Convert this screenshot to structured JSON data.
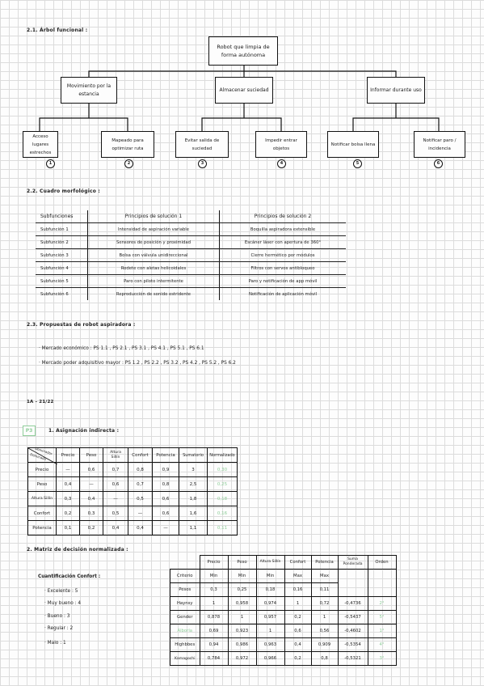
{
  "sec21": {
    "heading": "2.1. Árbol funcional :",
    "root": "Robot que limpia de forma autónoma",
    "level1": [
      "Movimiento por la estancia",
      "Almacenar suciedad",
      "Informar durante uso"
    ],
    "level2": [
      "Acceso lugares estrechos",
      "Mapeado para optimizar ruta",
      "Evitar salida de suciedad",
      "Impedir entrar objetos",
      "Notificar bolsa llena",
      "Notificar paro / incidencia"
    ],
    "numbers": [
      "1",
      "2",
      "3",
      "4",
      "5",
      "6"
    ]
  },
  "sec22": {
    "heading": "2.2. Cuadro morfológico :",
    "headers": [
      "Subfunciones",
      "Principios de solución 1",
      "Principios de solución 2"
    ],
    "rows": [
      [
        "Subfunción 1",
        "Intensidad de aspiración variable",
        "Boquilla aspiradora extensible"
      ],
      [
        "Subfunción 2",
        "Sensores de posición y proximidad",
        "Escáner láser con apertura de 360°"
      ],
      [
        "Subfunción 3",
        "Bolsa con válvula unidireccional",
        "Cierre hermético por módulos"
      ],
      [
        "Subfunción 4",
        "Rodete con aletas helicoidales",
        "Filtros con servos antibloqueo"
      ],
      [
        "Subfunción 5",
        "Paro con piloto intermitente",
        "Paro y notificación de app móvil"
      ],
      [
        "Subfunción 6",
        "Reproducción de sonido estridente",
        "Notificación de aplicación móvil"
      ]
    ]
  },
  "sec23": {
    "heading": "2.3. Propuestas de robot aspiradora :",
    "economic": "· Mercado económico :  PS 1.1  ,  PS 2.1  ,  PS 3.1  ,  PS 4.1  ,  PS 5.1  ,  PS 6.1",
    "highpower": "· Mercado poder adquisitivo mayor :  PS 1.2  ,  PS 2.2  ,  PS 3.2  ,  PS 4.2  ,  PS 5.2  ,  PS 6.2"
  },
  "tag": "1A - 21/22",
  "p3": {
    "badge": "P3",
    "heading": "1. Asignación indirecta :",
    "corner_top": "Dominador",
    "corner_bottom": "Dominado",
    "headers": [
      "Precio",
      "Peso",
      "Altura Sillín",
      "Confort",
      "Potencia",
      "Sumatorio",
      "Normalizado"
    ],
    "rows": [
      {
        "label": "Precio",
        "cells": [
          "—",
          "0,6",
          "0,7",
          "0,8",
          "0,9",
          "3"
        ],
        "norm": "0,30"
      },
      {
        "label": "Peso",
        "cells": [
          "0,4",
          "—",
          "0,6",
          "0,7",
          "0,8",
          "2,5"
        ],
        "norm": "0,25"
      },
      {
        "label": "Altura Sillín",
        "cells": [
          "0,3",
          "0,4",
          "—",
          "0,5",
          "0,6",
          "1,8"
        ],
        "norm": "0,18"
      },
      {
        "label": "Confort",
        "cells": [
          "0,2",
          "0,3",
          "0,5",
          "—",
          "0,6",
          "1,6"
        ],
        "norm": "0,16"
      },
      {
        "label": "Potencia",
        "cells": [
          "0,1",
          "0,2",
          "0,4",
          "0,4",
          "—",
          "1,1"
        ],
        "norm": "0,11"
      }
    ]
  },
  "sec2": {
    "heading": "2. Matriz de decisión normalizada :",
    "quant_title": "Cuantificación  Confort :",
    "quant": [
      "· Excelente :  5",
      "· Muy bueno :  4",
      "· Bueno :  3",
      "· Regular :  2",
      "· Malo :  1"
    ],
    "headers": [
      "Precio",
      "Peso",
      "Altura Sillín",
      "Confort",
      "Potencia",
      "Suma Ponderada",
      "Orden"
    ],
    "criterio_label": "Criterio",
    "criterio": [
      "Min",
      "Min",
      "Min",
      "Max",
      "Max"
    ],
    "pesos_label": "Pesos",
    "pesos": [
      "0,3",
      "0,25",
      "0,18",
      "0,16",
      "0,11"
    ],
    "rows": [
      {
        "label": "Haynsy",
        "cells": [
          "1",
          "0,958",
          "0,974",
          "1",
          "0,72"
        ],
        "sum": "-0,4736",
        "order": "2°",
        "green_label": false
      },
      {
        "label": "Gender",
        "cells": [
          "0,878",
          "1",
          "0,957",
          "0,2",
          "1"
        ],
        "sum": "-0,5437",
        "order": "5°",
        "green_label": false
      },
      {
        "label": "Alborla",
        "cells": [
          "0,69",
          "0,923",
          "1",
          "0,6",
          "0,56"
        ],
        "sum": "-0,4602",
        "order": "1°",
        "green_label": true
      },
      {
        "label": "Highbbes",
        "cells": [
          "0,94",
          "0,986",
          "0,963",
          "0,4",
          "0,909"
        ],
        "sum": "-0,5354",
        "order": "4°",
        "green_label": false
      },
      {
        "label": "Kamagochi",
        "cells": [
          "0,784",
          "0,972",
          "0,966",
          "0,2",
          "0,8"
        ],
        "sum": "-0,5321",
        "order": "3°",
        "green_label": false
      }
    ]
  },
  "colors": {
    "ink": "#1b1b1b",
    "green": "#8fce9a",
    "grid": "#dcdcdc"
  }
}
